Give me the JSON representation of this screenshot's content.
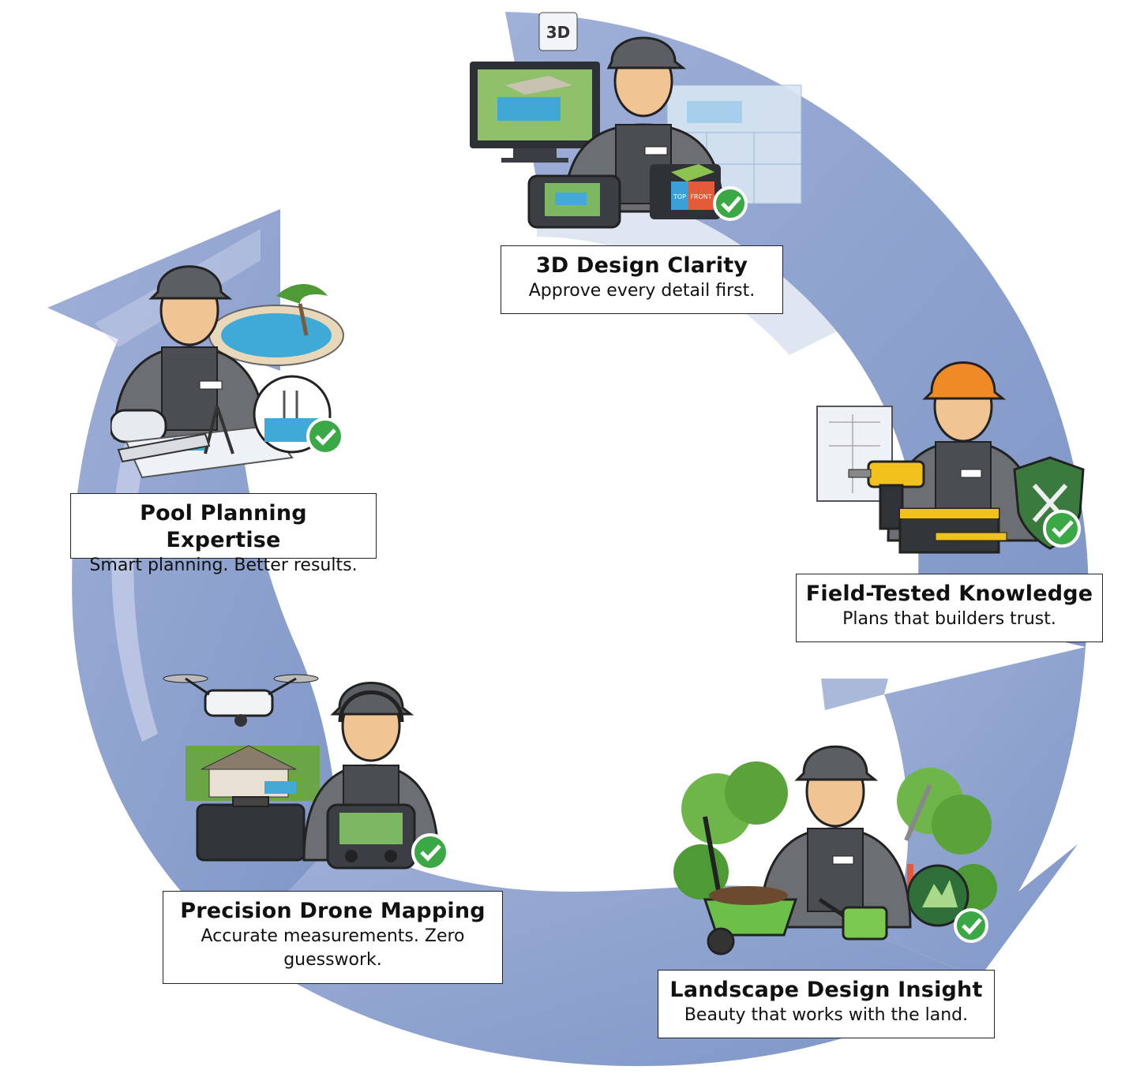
{
  "diagram": {
    "colors": {
      "arrow_fill": "#8a9fcb",
      "arrow_light": "#aab8da",
      "caption_border": "#222222",
      "check_green": "#3aa845",
      "uniform_gray": "#6b6e72",
      "cap_gray": "#5b5e63",
      "hardhat_orange": "#f08a24",
      "pool_blue": "#3fa9d8",
      "grass_green": "#5aa23a"
    },
    "stages": [
      {
        "id": "3d-design",
        "title": "3D Design Clarity",
        "subtitle": "Approve every detail first.",
        "badge_text": "3D",
        "cube_labels": [
          "TOP",
          "FRONT"
        ],
        "icons": [
          "monitor-icon",
          "tablet-controller-icon",
          "view-cube-icon",
          "check-badge-icon",
          "3d-badge-icon"
        ]
      },
      {
        "id": "field-tested",
        "title": "Field-Tested Knowledge",
        "subtitle": "Plans that builders trust.",
        "icons": [
          "hard-hat-icon",
          "blueprint-icon",
          "drill-icon",
          "toolbox-icon",
          "shield-tools-icon",
          "check-badge-icon"
        ]
      },
      {
        "id": "landscape",
        "title": "Landscape Design Insight",
        "subtitle": "Beauty that works with the land.",
        "icons": [
          "trees-icon",
          "shovel-icon",
          "wheelbarrow-icon",
          "watering-can-icon",
          "pruning-shears-icon",
          "leaf-badge-icon",
          "check-badge-icon"
        ]
      },
      {
        "id": "drone",
        "title": "Precision Drone Mapping",
        "subtitle": "Accurate measurements. Zero guesswork.",
        "icons": [
          "drone-icon",
          "house-icon",
          "case-icon",
          "remote-controller-icon",
          "headset-icon",
          "check-badge-icon"
        ]
      },
      {
        "id": "pool",
        "title": "Pool Planning Expertise",
        "subtitle": "Smart planning. Better results.",
        "icons": [
          "pool-icon",
          "palm-tree-icon",
          "blueprint-roll-icon",
          "compass-icon",
          "ruler-icon",
          "check-badge-icon"
        ]
      }
    ]
  }
}
